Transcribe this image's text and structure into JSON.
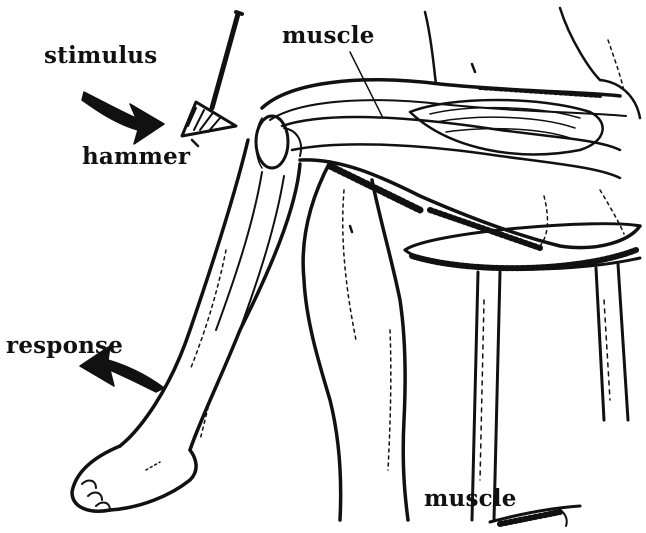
{
  "labels": {
    "stimulus": "stimulus",
    "hammer": "hammer",
    "muscle_top": "muscle",
    "response": "response",
    "muscle_bottom": "muscle"
  },
  "colors": {
    "ink": "#111111",
    "paper": "#ffffff"
  }
}
